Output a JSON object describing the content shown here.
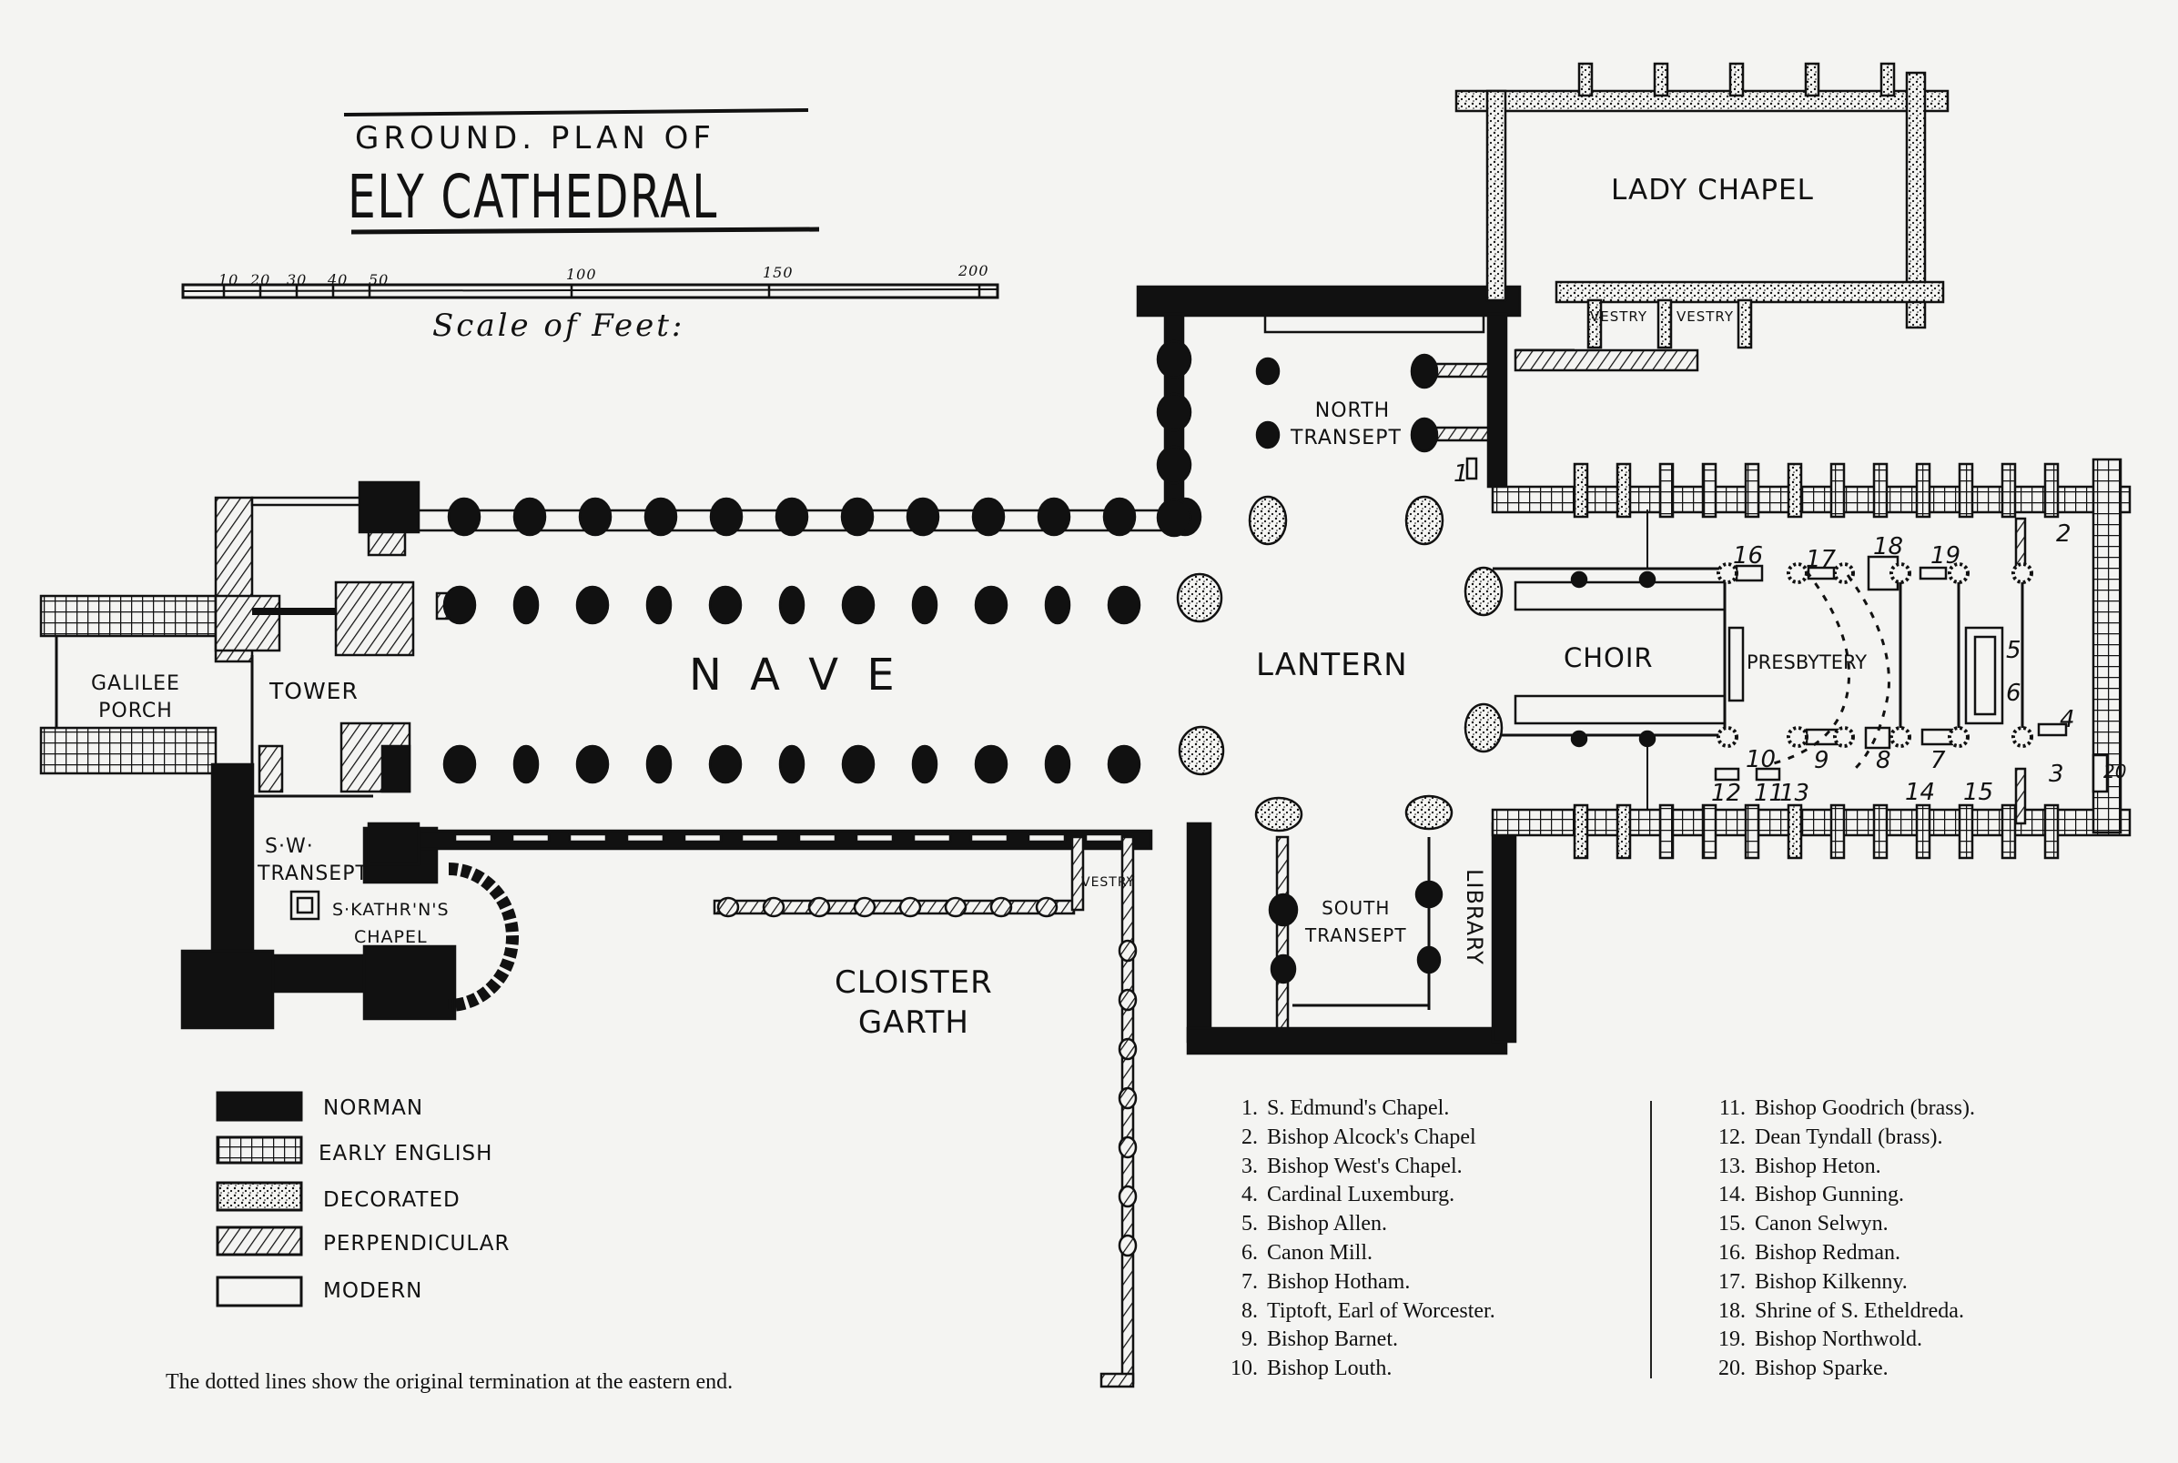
{
  "title": {
    "line1": "GROUND. PLAN OF",
    "line2": "ELY CATHEDRAL"
  },
  "scale": {
    "caption": "Scale of Feet:",
    "ticks": [
      "10",
      "20",
      "30",
      "40",
      "50",
      "100",
      "150",
      "200"
    ]
  },
  "rooms": {
    "lady_chapel": "LADY CHAPEL",
    "vestry_1": "VESTRY",
    "vestry_2": "VESTRY",
    "vestry_cloister": "VESTRY",
    "north_transept_1": "NORTH",
    "north_transept_2": "TRANSEPT",
    "galilee_1": "GALILEE",
    "galilee_2": "PORCH",
    "tower": "TOWER",
    "nave": "N A V E",
    "lantern": "LANTERN",
    "choir": "CHOIR",
    "presbytery": "PRESBYTERY",
    "sw_transept_1": "S·W·",
    "sw_transept_2": "TRANSEPT",
    "s_kathrns_1": "S·KATHR'N'S",
    "s_kathrns_2": "CHAPEL",
    "south_transept_1": "SOUTH",
    "south_transept_2": "TRANSEPT",
    "library": "LIBRARY",
    "cloister_1": "CLOISTER",
    "cloister_2": "GARTH"
  },
  "plan_markers": [
    "1",
    "2",
    "3",
    "4",
    "5",
    "6",
    "7",
    "8",
    "9",
    "10",
    "11",
    "12",
    "13",
    "14",
    "15",
    "16",
    "17",
    "18",
    "19",
    "20"
  ],
  "legend": [
    {
      "style": "Norman",
      "label": "NORMAN",
      "pattern": "solid-black"
    },
    {
      "style": "Early English",
      "label": "EARLY ENGLISH",
      "pattern": "grid"
    },
    {
      "style": "Decorated",
      "label": "DECORATED",
      "pattern": "stipple"
    },
    {
      "style": "Perpendicular",
      "label": "PERPENDICULAR",
      "pattern": "diagonal-hatch"
    },
    {
      "style": "Modern",
      "label": "MODERN",
      "pattern": "outline"
    }
  ],
  "footnote": "The dotted lines show the original termination at the eastern end.",
  "key": [
    {
      "num": "1.",
      "name": "S. Edmund's Chapel."
    },
    {
      "num": "2.",
      "name": "Bishop Alcock's Chapel"
    },
    {
      "num": "3.",
      "name": "Bishop West's Chapel."
    },
    {
      "num": "4.",
      "name": "Cardinal Luxemburg."
    },
    {
      "num": "5.",
      "name": "Bishop Allen."
    },
    {
      "num": "6.",
      "name": "Canon Mill."
    },
    {
      "num": "7.",
      "name": "Bishop Hotham."
    },
    {
      "num": "8.",
      "name": "Tiptoft, Earl of Worcester."
    },
    {
      "num": "9.",
      "name": "Bishop Barnet."
    },
    {
      "num": "10.",
      "name": "Bishop Louth."
    },
    {
      "num": "11.",
      "name": "Bishop Goodrich (brass)."
    },
    {
      "num": "12.",
      "name": "Dean Tyndall (brass)."
    },
    {
      "num": "13.",
      "name": "Bishop Heton."
    },
    {
      "num": "14.",
      "name": "Bishop Gunning."
    },
    {
      "num": "15.",
      "name": "Canon Selwyn."
    },
    {
      "num": "16.",
      "name": "Bishop Redman."
    },
    {
      "num": "17.",
      "name": "Bishop Kilkenny."
    },
    {
      "num": "18.",
      "name": "Shrine of S. Etheldreda."
    },
    {
      "num": "19.",
      "name": "Bishop Northwold."
    },
    {
      "num": "20.",
      "name": "Bishop Sparke."
    }
  ],
  "colors": {
    "ink": "#111111",
    "paper": "#f4f4f2"
  }
}
